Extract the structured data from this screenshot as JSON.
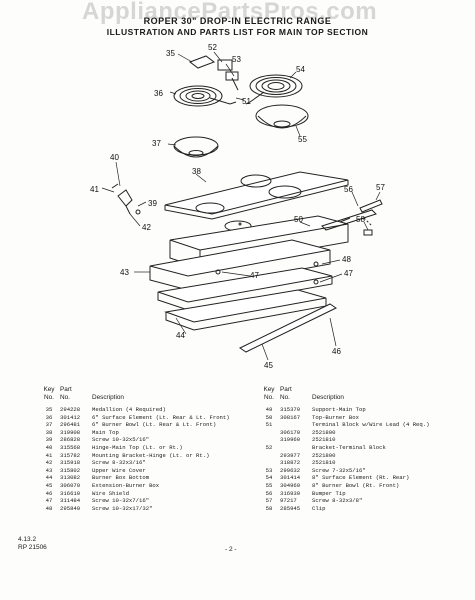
{
  "watermark": "AppliancePartsPros.com",
  "header": {
    "line1": "ROPER 30\" DROP-IN ELECTRIC RANGE",
    "line2": "ILLUSTRATION AND PARTS LIST FOR MAIN TOP SECTION"
  },
  "callouts": [
    "35",
    "52",
    "53",
    "54",
    "36",
    "51",
    "55",
    "37",
    "40",
    "38",
    "41",
    "39",
    "42",
    "56",
    "57",
    "58",
    "50",
    "48",
    "43",
    "47",
    "47",
    "44",
    "45",
    "46"
  ],
  "table_headers": {
    "key": "Key",
    "key2": "No.",
    "part": "Part",
    "part2": "No.",
    "desc": "Description"
  },
  "parts_left": [
    {
      "key": "35",
      "part": "294228",
      "desc": "Medallion (4 Required)"
    },
    {
      "key": "36",
      "part": "301412",
      "desc": "6\" Surface Element (Lt. Rear & Lt. Front)"
    },
    {
      "key": "37",
      "part": "296481",
      "desc": "6\" Burner Bowl (Lt. Rear & Lt. Front)"
    },
    {
      "key": "38",
      "part": "319908",
      "desc": "Main Top"
    },
    {
      "key": "39",
      "part": "286828",
      "desc": "Screw 10-32x5/16\""
    },
    {
      "key": "40",
      "part": "315568",
      "desc": "Hinge-Main Top (Lt. or Rt.)"
    },
    {
      "key": "41",
      "part": "315782",
      "desc": "Mounting Bracket-Hinge (Lt. or Rt.)"
    },
    {
      "key": "42",
      "part": "315918",
      "desc": "Screw 8-32x3/16\""
    },
    {
      "key": "43",
      "part": "315802",
      "desc": "Upper Wire Cover"
    },
    {
      "key": "44",
      "part": "313082",
      "desc": "Burner Box Bottom"
    },
    {
      "key": "45",
      "part": "306070",
      "desc": "Extension-Burner Box"
    },
    {
      "key": "46",
      "part": "316610",
      "desc": "Wire Shield"
    },
    {
      "key": "47",
      "part": "311484",
      "desc": "Screw 10-32x7/16\""
    },
    {
      "key": "48",
      "part": "295849",
      "desc": "Screw 10-32x17/32\""
    }
  ],
  "parts_right": [
    {
      "key": "49",
      "part": "315379",
      "desc": "Support-Main Top"
    },
    {
      "key": "50",
      "part": "308167",
      "desc": "Top-Burner Box"
    },
    {
      "key": "51",
      "part": "",
      "desc": "Terminal Block w/Wire Lead (4 Req.)"
    },
    {
      "key": "",
      "part": "306170",
      "desc": "2521800"
    },
    {
      "key": "",
      "part": "319960",
      "desc": "2521810"
    },
    {
      "key": "52",
      "part": "",
      "desc": "Bracket-Terminal Block"
    },
    {
      "key": "",
      "part": "293977",
      "desc": "2521800"
    },
    {
      "key": "",
      "part": "318872",
      "desc": "2521810"
    },
    {
      "key": "53",
      "part": "299632",
      "desc": "Screw 7-32x5/16\""
    },
    {
      "key": "54",
      "part": "301414",
      "desc": "8\" Surface Element (Rt. Rear)"
    },
    {
      "key": "55",
      "part": "304969",
      "desc": "8\" Burner Bowl (Rt. Front)"
    },
    {
      "key": "56",
      "part": "316939",
      "desc": "Bumper Tip"
    },
    {
      "key": "57",
      "part": "97217",
      "desc": "Screw 8-32x3/8\""
    },
    {
      "key": "58",
      "part": "285945",
      "desc": "Clip"
    }
  ],
  "footer": {
    "code1": "4.13.2",
    "code2": "RP 21506",
    "page": "- 2 -"
  }
}
